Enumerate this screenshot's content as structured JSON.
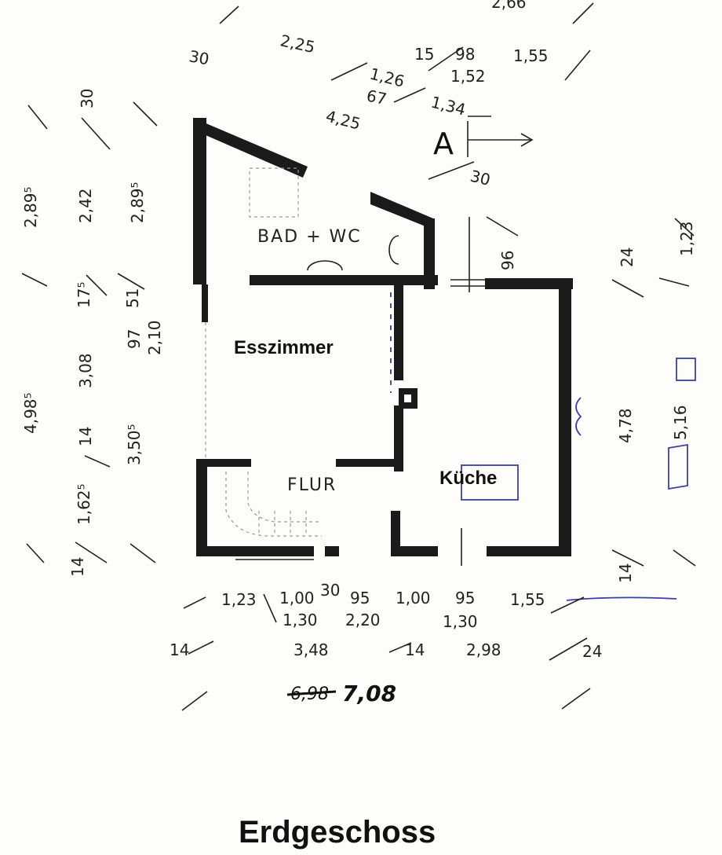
{
  "title": "Erdgeschoss",
  "rooms": {
    "bad": "BAD + WC",
    "ess": "Esszimmer",
    "flur": "FLUR",
    "kueche": "Küche"
  },
  "section_marker": "A",
  "dims": {
    "top_266": "2,66",
    "top_225": "2,25",
    "top_30a": "30",
    "top_15": "15",
    "top_98": "98",
    "top_155": "1,55",
    "top_126": "1,26",
    "top_152": "1,52",
    "top_67": "67",
    "top_134": "1,34",
    "top_425": "4,25",
    "top_30b": "30",
    "left_30": "30",
    "left_2895a": "2,89⁵",
    "left_242": "2,42",
    "left_2895b": "2,89⁵",
    "left_175": "17⁵",
    "left_51": "51",
    "left_97": "97",
    "left_210": "2,10",
    "left_308": "3,08",
    "left_4985": "4,98⁵",
    "left_14a": "14",
    "left_3505": "3,50⁵",
    "left_16255": "1,62⁵",
    "left_14b": "14",
    "right_96": "96",
    "right_24": "24",
    "right_123": "1,23",
    "right_478": "4,78",
    "right_516": "5,16",
    "right_14": "14",
    "bot_123": "1,23",
    "bot_100a": "1,00",
    "bot_30": "30",
    "bot_95a": "95",
    "bot_100b": "1,00",
    "bot_95b": "95",
    "bot_155": "1,55",
    "bot_130a": "1,30",
    "bot_220": "2,20",
    "bot_130b": "1,30",
    "bot_14a": "14",
    "bot_348": "3,48",
    "bot_14b": "14",
    "bot_298": "2,98",
    "bot_24": "24",
    "total_old": "6,98",
    "total_new": "7,08"
  }
}
